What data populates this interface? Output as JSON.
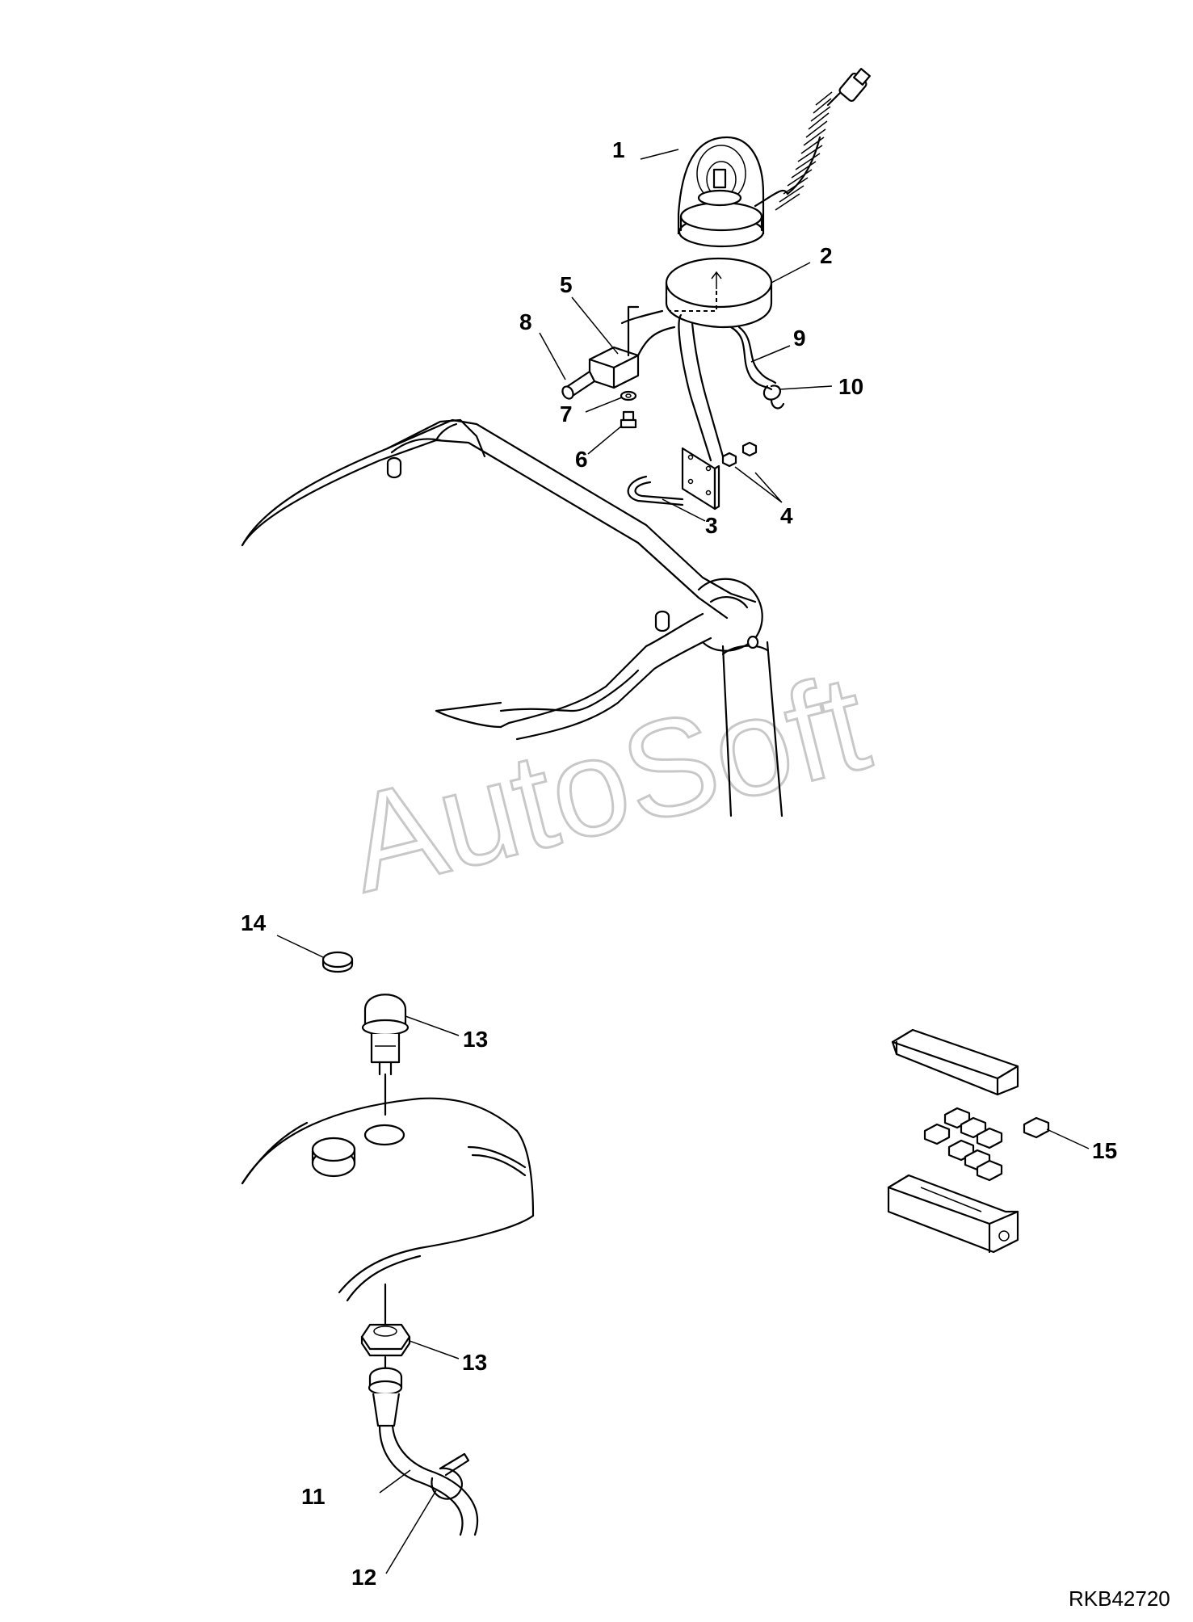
{
  "diagram": {
    "watermark": "AutoSoft",
    "drawing_code": "RKB42720",
    "callouts": [
      {
        "id": "1",
        "part": "beacon-lamp"
      },
      {
        "id": "2",
        "part": "magnetic-base"
      },
      {
        "id": "3",
        "part": "u-bolt"
      },
      {
        "id": "4",
        "part": "nuts"
      },
      {
        "id": "5",
        "part": "connector-block"
      },
      {
        "id": "6",
        "part": "bolt"
      },
      {
        "id": "7",
        "part": "washer"
      },
      {
        "id": "8",
        "part": "plug"
      },
      {
        "id": "9",
        "part": "wire-harness"
      },
      {
        "id": "10",
        "part": "clip"
      },
      {
        "id": "11",
        "part": "harness-cable"
      },
      {
        "id": "12",
        "part": "cable-tie"
      },
      {
        "id": "13",
        "part": "switch"
      },
      {
        "id": "13",
        "part": "switch-nut"
      },
      {
        "id": "14",
        "part": "cap"
      },
      {
        "id": "15",
        "part": "fuse"
      }
    ]
  }
}
